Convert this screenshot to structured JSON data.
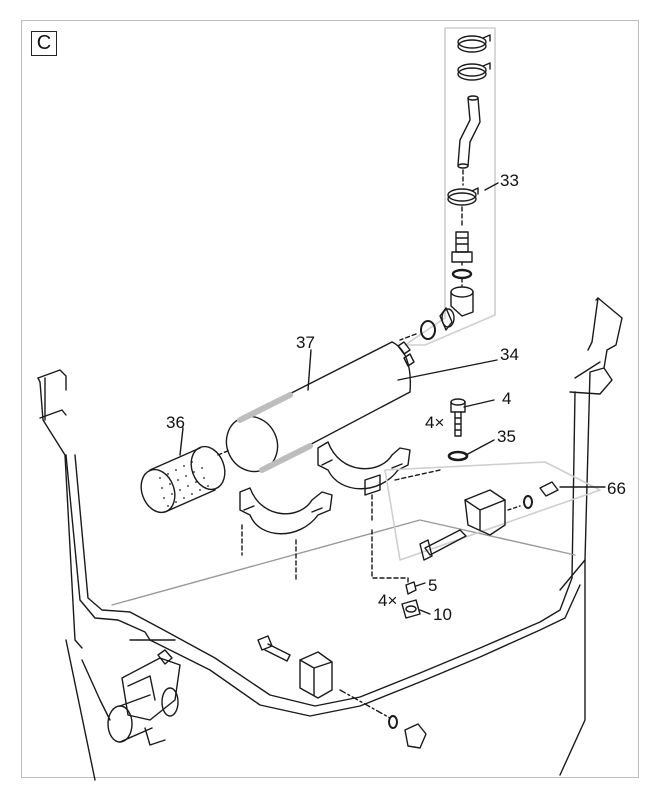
{
  "section": {
    "label": "C"
  },
  "callouts": {
    "c33": "33",
    "c37": "37",
    "c34": "34",
    "c36": "36",
    "c4": "4",
    "c4qty": "4×",
    "c35": "35",
    "c66": "66",
    "c5": "5",
    "c5qty": "4×",
    "c10": "10"
  },
  "colors": {
    "line": "#1a1a1a",
    "panel": "#cfcfcf",
    "filter_band": "#bdbdbd",
    "fill": "#ffffff"
  }
}
